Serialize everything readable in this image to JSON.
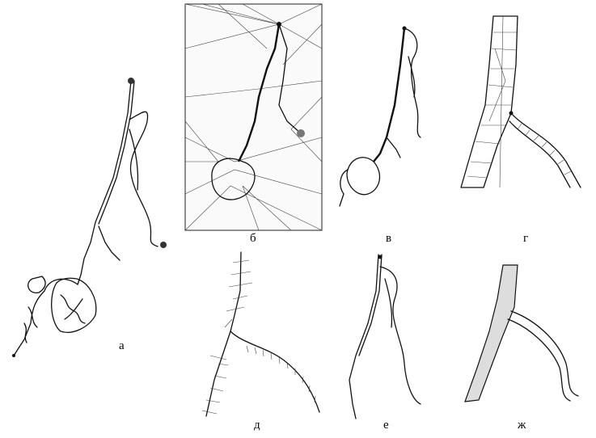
{
  "panels": [
    {
      "id": "a",
      "label": "а"
    },
    {
      "id": "b",
      "label": "б"
    },
    {
      "id": "v",
      "label": "в"
    },
    {
      "id": "g",
      "label": "г"
    },
    {
      "id": "d",
      "label": "д"
    },
    {
      "id": "e",
      "label": "е"
    },
    {
      "id": "zh",
      "label": "ж"
    }
  ]
}
